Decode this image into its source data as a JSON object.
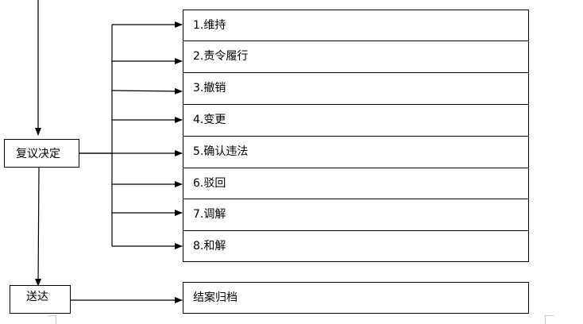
{
  "decision": {
    "label": "复议决定"
  },
  "outcomes": [
    {
      "label": "1.维持"
    },
    {
      "label": "2.责令履行"
    },
    {
      "label": "3.撤销"
    },
    {
      "label": "4.变更"
    },
    {
      "label": "5.确认违法"
    },
    {
      "label": "6.驳回"
    },
    {
      "label": "7.调解"
    },
    {
      "label": "8.和解"
    }
  ],
  "delivery": {
    "label": "送达"
  },
  "archive": {
    "label": "结案归档"
  },
  "colors": {
    "line": "#000000",
    "box_border": "#000000",
    "background": "#ffffff"
  }
}
